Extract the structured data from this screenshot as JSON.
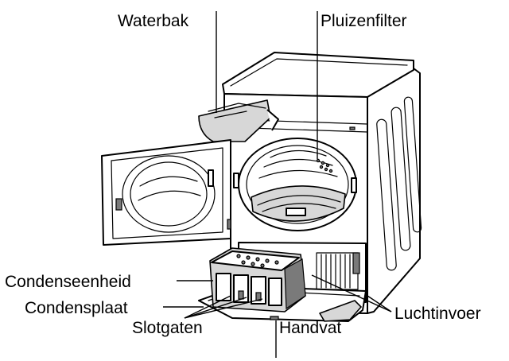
{
  "labels": {
    "waterbak": "Waterbak",
    "pluizenfilter": "Pluizenfilter",
    "condenseenheid": "Condenseenheid",
    "condensplaat": "Condensplaat",
    "slotgaten": "Slotgaten",
    "handvat": "Handvat",
    "luchtinvoer": "Luchtinvoer"
  }
}
